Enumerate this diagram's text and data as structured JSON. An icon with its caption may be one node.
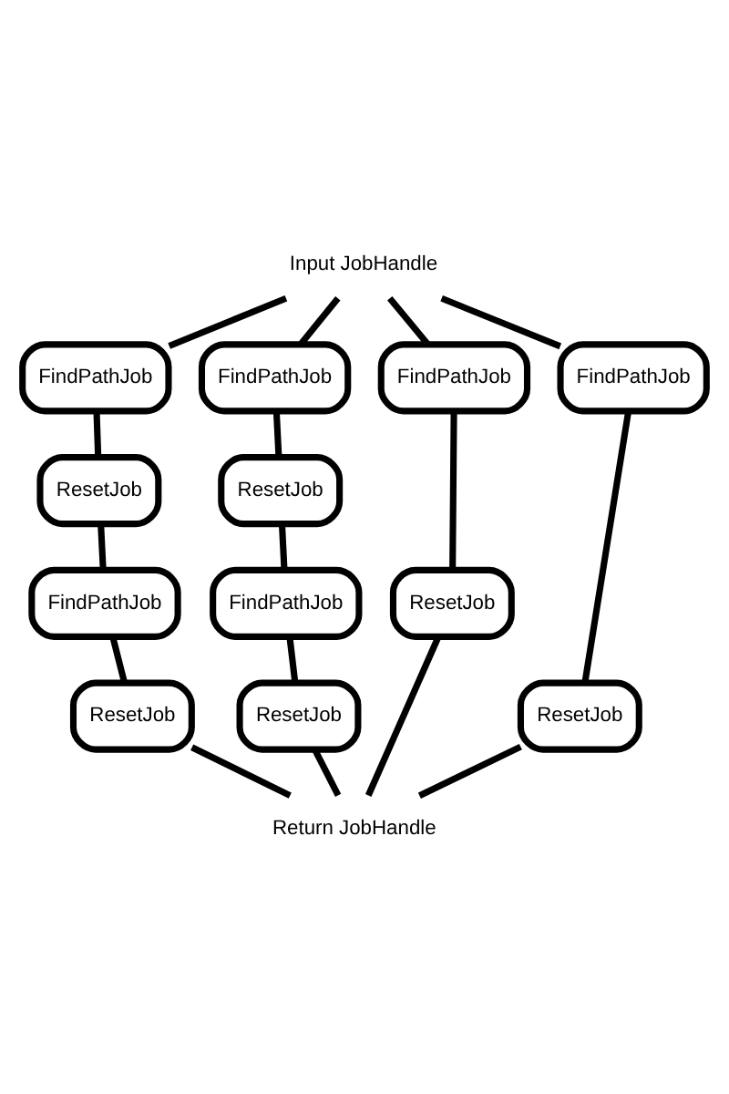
{
  "diagram": {
    "nodes": [
      {
        "text": [
          "Input JobHandle"
        ]
      },
      {
        "text": [
          "FindPathJob"
        ]
      },
      {
        "text": [
          "FindPathJob"
        ]
      },
      {
        "text": [
          "FindPathJob"
        ]
      },
      {
        "text": [
          "FindPathJob"
        ]
      },
      {
        "text": [
          "ResetJob"
        ]
      },
      {
        "text": [
          "ResetJob"
        ]
      },
      {
        "text": [
          "ResetJob"
        ]
      },
      {
        "text": [
          "ResetJob"
        ]
      },
      {
        "text": [
          "FindPathJob"
        ]
      },
      {
        "text": [
          "FindPathJob"
        ]
      },
      {
        "text": [
          "ResetJob"
        ]
      },
      {
        "text": [
          "ResetJob"
        ]
      },
      {
        "text": [
          "Return JobHandle"
        ]
      }
    ],
    "edges": [
      {
        "from": 0,
        "to": 1,
        "arrow": "none"
      },
      {
        "from": 0,
        "to": 2,
        "arrow": "none"
      },
      {
        "from": 0,
        "to": 3,
        "arrow": "none"
      },
      {
        "from": 0,
        "to": 4,
        "arrow": "none"
      },
      {
        "from": 1,
        "to": 5,
        "arrow": "none"
      },
      {
        "from": 2,
        "to": 6,
        "arrow": "none"
      },
      {
        "from": 3,
        "to": 7,
        "arrow": "none"
      },
      {
        "from": 4,
        "to": 8,
        "arrow": "none"
      },
      {
        "from": 5,
        "to": 9,
        "arrow": "none"
      },
      {
        "from": 6,
        "to": 10,
        "arrow": "none"
      },
      {
        "from": 9,
        "to": 11,
        "arrow": "none"
      },
      {
        "from": 10,
        "to": 12,
        "arrow": "none"
      },
      {
        "from": 11,
        "to": 13,
        "arrow": "none"
      },
      {
        "from": 12,
        "to": 13,
        "arrow": "none"
      },
      {
        "from": 7,
        "to": 13,
        "arrow": "none"
      },
      {
        "from": 8,
        "to": 13,
        "arrow": "none"
      }
    ]
  }
}
